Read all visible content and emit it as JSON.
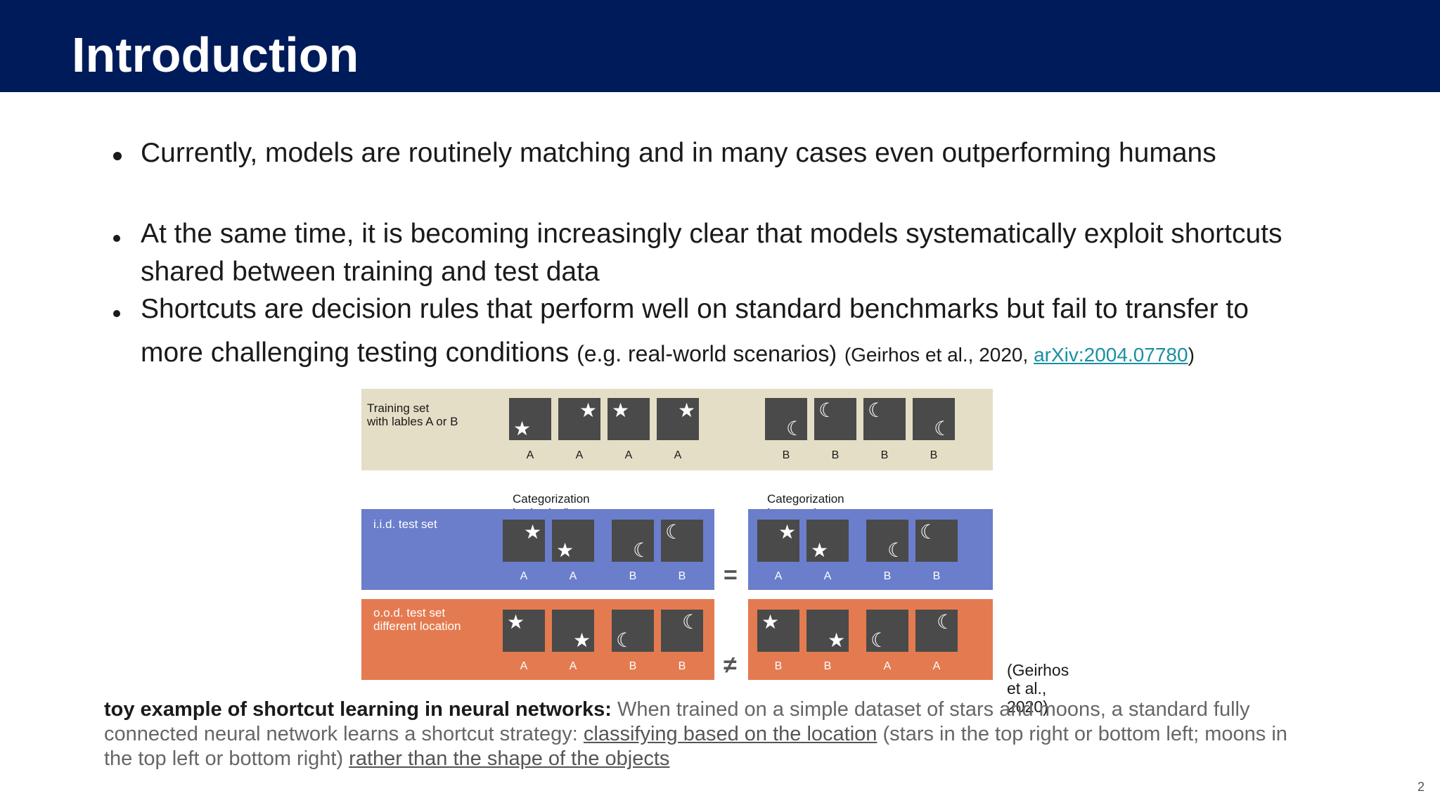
{
  "slide": {
    "title": "Introduction",
    "page_number": "2"
  },
  "bullets": [
    {
      "text": "Currently, models are routinely matching and in many cases even outperforming humans"
    },
    {
      "line1": "At the same time, it is becoming increasingly clear that models systematically exploit shortcuts",
      "line2": "shared between training and test data"
    },
    {
      "line1": "Shortcuts are decision rules that perform well on standard benchmarks but fail to transfer to",
      "line2_main": "more challenging testing conditions",
      "line2_paren": "(e.g. real-world scenarios)",
      "cite_prefix": "(Geirhos et al., 2020, ",
      "cite_link": "arXiv:2004.07780",
      "cite_suffix": ")"
    }
  ],
  "figure": {
    "training": {
      "label": "Training set\nwith lables A or B",
      "labels": [
        "A",
        "A",
        "A",
        "A",
        "B",
        "B",
        "B",
        "B"
      ]
    },
    "col_human": "Categorization by (typical) human",
    "col_nn": "Categorization by neural network",
    "iid": {
      "label": "i.i.d. test set",
      "human_labels": [
        "A",
        "A",
        "B",
        "B"
      ],
      "nn_labels": [
        "A",
        "A",
        "B",
        "B"
      ],
      "relation": "="
    },
    "ood": {
      "label": "o.o.d. test set\ndifferent location",
      "human_labels": [
        "A",
        "A",
        "B",
        "B"
      ],
      "nn_labels": [
        "B",
        "B",
        "A",
        "A"
      ],
      "relation": "≠"
    },
    "citation": "(Geirhos et al., 2020)"
  },
  "caption": {
    "bold": "toy example of shortcut learning in neural networks:",
    "part1": " When trained on a simple dataset of stars and moons, a standard fully connected neural network learns a shortcut strategy: ",
    "underline1": "classifying based on the location",
    "part2": " (stars in the top right or bottom left; moons in the top left or bottom right) ",
    "underline2": "rather than the shape of the objects"
  },
  "icons": {
    "star": "star-icon",
    "moon": "crescent-moon-icon"
  },
  "colors": {
    "header": "#001b5a",
    "training_bg": "#e4dec6",
    "iid_bg": "#6a7ecb",
    "ood_bg": "#e47b50",
    "tile": "#4a4a4a",
    "link": "#1a8fa3"
  }
}
